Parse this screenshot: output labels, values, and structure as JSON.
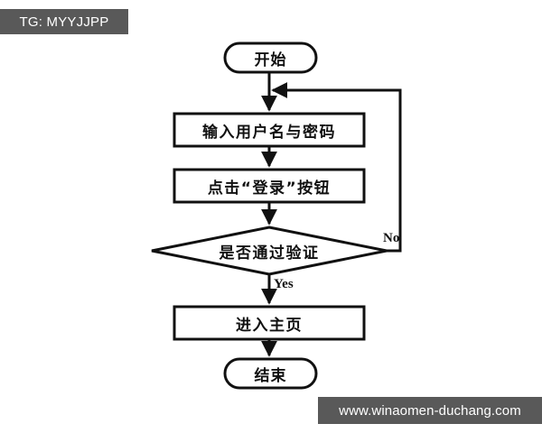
{
  "banner": {
    "tag_text": "TG: MYYJJPP",
    "background": "#595959",
    "text_color": "#ffffff"
  },
  "watermark": {
    "url_text": "www.winaomen-duchang.com",
    "background": "#595959",
    "text_color": "#ffffff"
  },
  "diagram": {
    "type": "flowchart",
    "background": "#ffffff",
    "stroke_color": "#111111",
    "fill_color": "#ffffff",
    "nodes": [
      {
        "id": "start",
        "shape": "terminal",
        "label": "开始"
      },
      {
        "id": "input",
        "shape": "process",
        "label": "输入用户名与密码"
      },
      {
        "id": "click",
        "shape": "process",
        "label": "点击“登录”按钮"
      },
      {
        "id": "decision",
        "shape": "decision",
        "label": "是否通过验证"
      },
      {
        "id": "home",
        "shape": "process",
        "label": "进入主页"
      },
      {
        "id": "end",
        "shape": "terminal",
        "label": "结束"
      }
    ],
    "edge_labels": {
      "no": "No",
      "yes": "Yes"
    }
  }
}
